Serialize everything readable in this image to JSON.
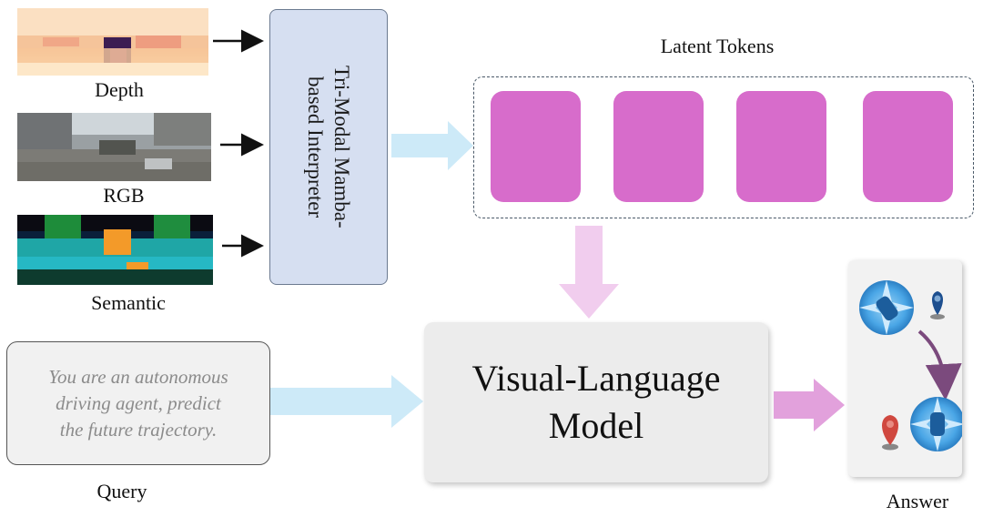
{
  "inputs": {
    "depth_label": "Depth",
    "rgb_label": "RGB",
    "semantic_label": "Semantic"
  },
  "interpreter": {
    "line1": "Tri-Modal Mamba-",
    "line2": "based Interpreter"
  },
  "latent": {
    "title": "Latent Tokens",
    "token_count": 4,
    "token_color": "#d76ccb"
  },
  "vlm": {
    "line1": "Visual-Language",
    "line2": "Model"
  },
  "query": {
    "line1": "You are an autonomous",
    "line2": "driving agent, predict",
    "line3": "the future trajectory.",
    "label": "Query"
  },
  "answer": {
    "label": "Answer"
  },
  "colors": {
    "interp_fill": "#d6dff1",
    "blue_arrow": "#cdeaf8",
    "pink_arrow": "#e2a1dc",
    "pink_arrow_light": "#f1cdee"
  }
}
